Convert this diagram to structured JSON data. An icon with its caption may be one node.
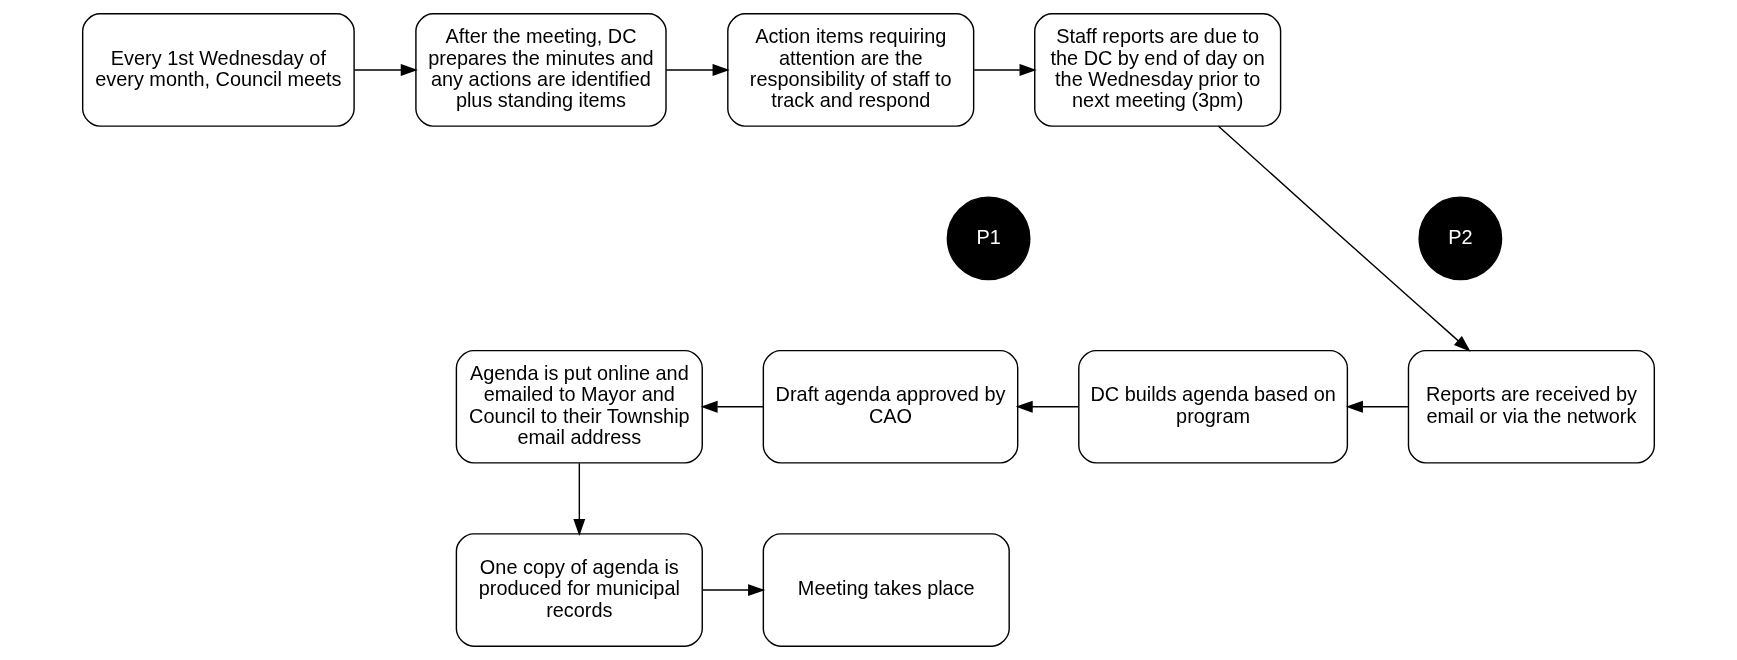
{
  "diagram": {
    "nodes": [
      {
        "text": [
          "Every 1st Wednesday of every month, Council meets"
        ]
      },
      {
        "text": [
          "After the meeting, DC prepares the minutes and any actions are identified plus standing items"
        ]
      },
      {
        "text": [
          "Action items requiring attention are the responsibility of staff to track and respond"
        ]
      },
      {
        "text": [
          "Staff reports are due to the DC by end of day on the Wednesday prior to next meeting (3pm)"
        ]
      },
      {
        "text": [
          "P1"
        ]
      },
      {
        "text": [
          "P2"
        ]
      },
      {
        "text": [
          "Agenda is put online and emailed to Mayor and Council to their Township email address"
        ]
      },
      {
        "text": [
          "Draft agenda approved by CAO"
        ]
      },
      {
        "text": [
          "DC builds agenda based on program"
        ]
      },
      {
        "text": [
          "Reports are received by email or via the network"
        ]
      },
      {
        "text": [
          "One copy of agenda is produced for municipal records"
        ]
      },
      {
        "text": [
          "Meeting takes place"
        ]
      }
    ],
    "edges": [
      {
        "from": 0,
        "to": 1,
        "arrow": "to"
      },
      {
        "from": 1,
        "to": 2,
        "arrow": "to"
      },
      {
        "from": 2,
        "to": 3,
        "arrow": "to"
      },
      {
        "from": 3,
        "to": 9,
        "arrow": "to"
      },
      {
        "from": 9,
        "to": 8,
        "arrow": "to"
      },
      {
        "from": 8,
        "to": 7,
        "arrow": "to"
      },
      {
        "from": 7,
        "to": 6,
        "arrow": "to"
      },
      {
        "from": 6,
        "to": 10,
        "arrow": "to"
      },
      {
        "from": 10,
        "to": 11,
        "arrow": "to"
      }
    ]
  }
}
